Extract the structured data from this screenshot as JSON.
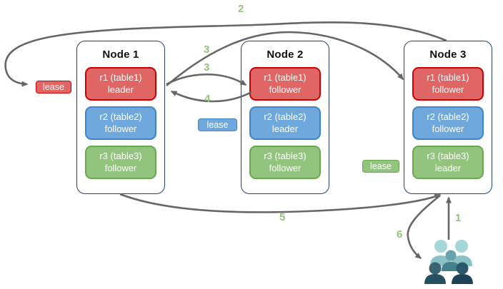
{
  "nodes": [
    {
      "title": "Node 1",
      "replicas": [
        {
          "name": "r1 (table1)",
          "role": "leader",
          "color": "red"
        },
        {
          "name": "r2 (table2)",
          "role": "follower",
          "color": "blue"
        },
        {
          "name": "r3 (table3)",
          "role": "follower",
          "color": "green"
        }
      ]
    },
    {
      "title": "Node 2",
      "replicas": [
        {
          "name": "r1 (table1)",
          "role": "follower",
          "color": "red"
        },
        {
          "name": "r2 (table2)",
          "role": "leader",
          "color": "blue"
        },
        {
          "name": "r3 (table3)",
          "role": "follower",
          "color": "green"
        }
      ]
    },
    {
      "title": "Node 3",
      "replicas": [
        {
          "name": "r1 (table1)",
          "role": "follower",
          "color": "red"
        },
        {
          "name": "r2 (table2)",
          "role": "follower",
          "color": "blue"
        },
        {
          "name": "r3 (table3)",
          "role": "leader",
          "color": "green"
        }
      ]
    }
  ],
  "leases": [
    {
      "label": "lease",
      "color": "red",
      "near": "node-1 r1 leader"
    },
    {
      "label": "lease",
      "color": "blue",
      "near": "node-2 r2 leader"
    },
    {
      "label": "lease",
      "color": "green",
      "near": "node-3 r3 leader"
    }
  ],
  "steps": {
    "s1": "1",
    "s2": "2",
    "s3a": "3",
    "s3b": "3",
    "s4": "4",
    "s5": "5",
    "s6": "6"
  },
  "edges": [
    {
      "step": "1",
      "from": "users",
      "to": "node-3 bottom"
    },
    {
      "step": "2",
      "from": "node-3 top",
      "to": "lease (node-1 r1)"
    },
    {
      "step": "3",
      "from": "node-1 r1 leader",
      "to": "node-2 r1 follower"
    },
    {
      "step": "3",
      "from": "node-1 r1 leader",
      "to": "node-3 r1 follower"
    },
    {
      "step": "4",
      "from": "node-2 r1 follower",
      "to": "node-1 r1 leader"
    },
    {
      "step": "5",
      "from": "node-1 bottom",
      "to": "node-3 bottom"
    },
    {
      "step": "6",
      "from": "node-3 bottom",
      "to": "users"
    }
  ],
  "icons": {
    "users": "users-icon"
  },
  "colors": {
    "red_fill": "#e06666",
    "red_border": "#cc0000",
    "blue_fill": "#6fa8dc",
    "blue_border": "#3d85c6",
    "green_fill": "#93c47d",
    "green_border": "#6aa84f",
    "node_border": "#27406b",
    "arrow": "#666666",
    "step_label": "#93c47d",
    "users_light": "#a5d6d8",
    "users_mid": "#67a3ab",
    "users_dark": "#25505f"
  }
}
